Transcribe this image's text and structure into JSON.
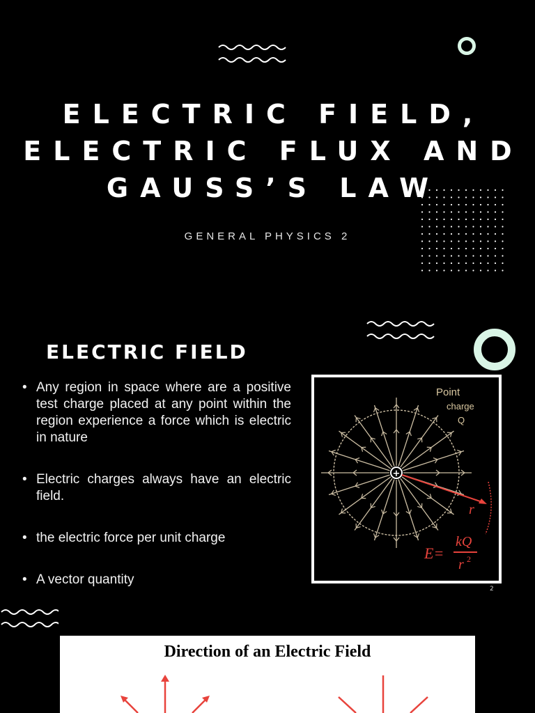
{
  "title_lines": [
    "ELECTRIC FIELD,",
    "ELECTRIC FLUX AND",
    "GAUSS’S LAW"
  ],
  "subtitle": "GENERAL PHYSICS 2",
  "section": {
    "heading": "ELECTRIC FIELD",
    "bullets": [
      "Any region in space where are a positive test charge placed at any point within the region experience a force which is electric in nature",
      "Electric charges always have an electric field.",
      "the electric force per unit charge",
      "A vector quantity"
    ]
  },
  "figure": {
    "label_line1": "Point",
    "label_line2": "charge",
    "label_line3": "Q",
    "r_label": "r",
    "eq_lhs": "E=",
    "eq_num": "kQ",
    "eq_den": "r",
    "eq_exp": "2",
    "plus": "+"
  },
  "page_number": "2",
  "bottom_figure": {
    "title": "Direction of an Electric Field"
  },
  "colors": {
    "background": "#000000",
    "text": "#ffffff",
    "accent_mint": "#d9f5e6",
    "figure_red": "#e8433c"
  }
}
